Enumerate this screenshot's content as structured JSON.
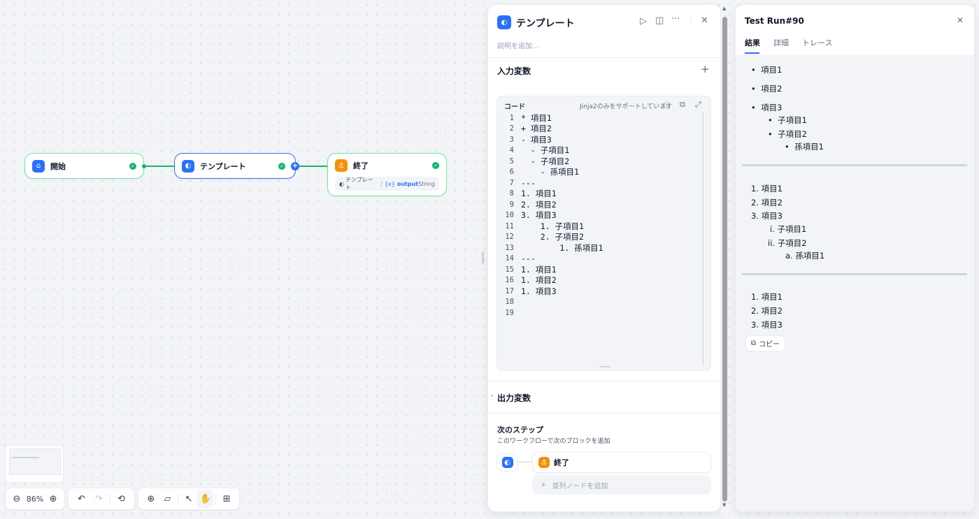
{
  "canvas": {
    "nodes": {
      "start": {
        "title": "開始"
      },
      "template": {
        "title": "テンプレート"
      },
      "end": {
        "title": "終了",
        "var_source": "テンプレート",
        "var_prefix": "{x}",
        "var_name": "output",
        "var_type": "String"
      }
    },
    "zoom": "86%"
  },
  "panel": {
    "title": "テンプレート",
    "description_placeholder": "説明を追加...",
    "input_vars_label": "入力変数",
    "code_label": "コード",
    "code_hint": "Jinja2のみをサポートしています",
    "code_lines": [
      {
        "num": "1",
        "text": "* 項目1"
      },
      {
        "num": "2",
        "text": "+ 項目2"
      },
      {
        "num": "3",
        "text": "- 項目3"
      },
      {
        "num": "4",
        "text": "  - 子項目1"
      },
      {
        "num": "5",
        "text": "  - 子項目2"
      },
      {
        "num": "6",
        "text": "    - 孫項目1"
      },
      {
        "num": "7",
        "text": "---"
      },
      {
        "num": "8",
        "text": "1. 項目1"
      },
      {
        "num": "9",
        "text": "2. 項目2"
      },
      {
        "num": "10",
        "text": "3. 項目3"
      },
      {
        "num": "11",
        "text": "    1. 子項目1"
      },
      {
        "num": "12",
        "text": "    2. 子項目2"
      },
      {
        "num": "13",
        "text": "        1. 孫項目1"
      },
      {
        "num": "14",
        "text": "---"
      },
      {
        "num": "15",
        "text": "1. 項目1"
      },
      {
        "num": "16",
        "text": "1. 項目2"
      },
      {
        "num": "17",
        "text": "1. 項目3"
      },
      {
        "num": "18",
        "text": ""
      },
      {
        "num": "19",
        "text": ""
      }
    ],
    "output_vars_label": "出力変数",
    "next_step_title": "次のステップ",
    "next_step_desc": "このワークフローで次のブロックを追加",
    "next_node_label": "終了",
    "add_parallel_label": "並列ノードを追加"
  },
  "result": {
    "title": "Test Run#90",
    "tabs": [
      "結果",
      "詳細",
      "トレース"
    ],
    "list1": [
      "項目1",
      "項目2",
      "項目3",
      "子項目1",
      "子項目2",
      "孫項目1"
    ],
    "list2_markers": [
      "1.",
      "2.",
      "3.",
      "i.",
      "ii.",
      "a."
    ],
    "list2": [
      "項目1",
      "項目2",
      "項目3",
      "子項目1",
      "子項目2",
      "孫項目1"
    ],
    "list3_markers": [
      "1.",
      "2.",
      "3."
    ],
    "list3": [
      "項目1",
      "項目2",
      "項目3"
    ],
    "copy_label": "コピー"
  },
  "colors": {
    "accent": "#2970ff",
    "success": "#12b76a",
    "warning": "#f79009"
  }
}
